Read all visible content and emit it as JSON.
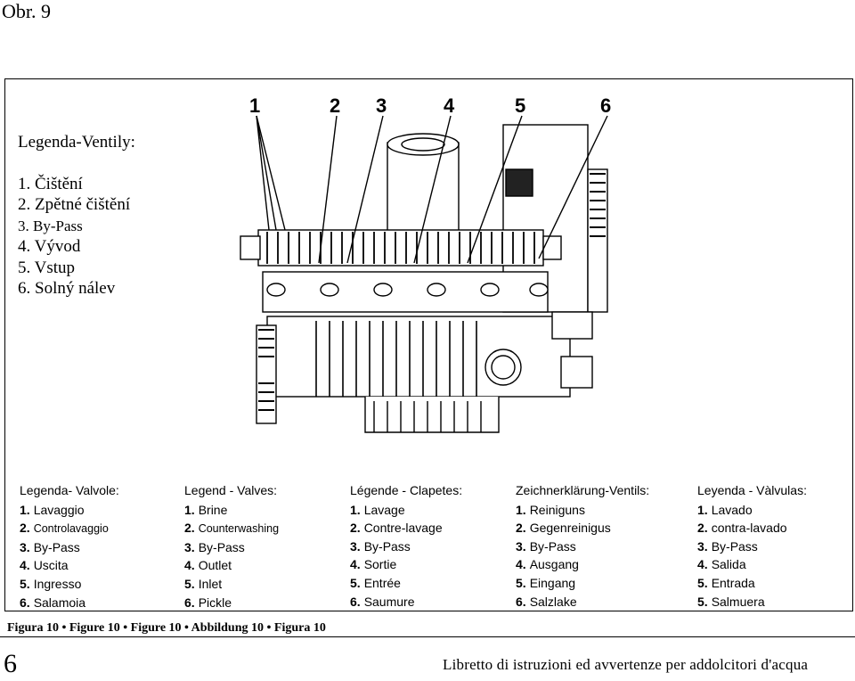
{
  "header": {
    "figure_label": "Obr. 9"
  },
  "czech_legend": {
    "title": "Legenda-Ventily:",
    "items": [
      "1. Čištění",
      "2. Zpětné čištění",
      "3. By-Pass",
      "4. Vývod",
      "5. Vstup",
      "6. Solný nálev"
    ]
  },
  "callouts": [
    "1",
    "2",
    "3",
    "4",
    "5",
    "6"
  ],
  "legends": [
    {
      "title": "Legenda- Valvole:",
      "items": [
        [
          "1.",
          "Lavaggio"
        ],
        [
          "2.",
          "Controlavaggio"
        ],
        [
          "3.",
          "By-Pass"
        ],
        [
          "4.",
          "Uscita"
        ],
        [
          "5.",
          "Ingresso"
        ],
        [
          "6.",
          "Salamoia"
        ]
      ]
    },
    {
      "title": "Legend - Valves:",
      "items": [
        [
          "1.",
          "Brine"
        ],
        [
          "2.",
          "Counterwashing"
        ],
        [
          "3.",
          "By-Pass"
        ],
        [
          "4.",
          "Outlet"
        ],
        [
          "5.",
          "Inlet"
        ],
        [
          "6.",
          "Pickle"
        ]
      ]
    },
    {
      "title": "Légende - Clapetes:",
      "items": [
        [
          "1.",
          "Lavage"
        ],
        [
          "2.",
          "Contre-lavage"
        ],
        [
          "3.",
          "By-Pass"
        ],
        [
          "4.",
          "Sortie"
        ],
        [
          "5.",
          "Entrée"
        ],
        [
          "6.",
          "Saumure"
        ]
      ]
    },
    {
      "title": "Zeichnerklärung-Ventils:",
      "items": [
        [
          "1.",
          "Reiniguns"
        ],
        [
          "2.",
          "Gegenreinigus"
        ],
        [
          "3.",
          "By-Pass"
        ],
        [
          "4.",
          "Ausgang"
        ],
        [
          "5.",
          "Eingang"
        ],
        [
          "6.",
          "Salzlake"
        ]
      ]
    },
    {
      "title": "Leyenda - Vàlvulas:",
      "items": [
        [
          "1.",
          "Lavado"
        ],
        [
          "2.",
          "contra-lavado"
        ],
        [
          "3.",
          "By-Pass"
        ],
        [
          "4.",
          "Salida"
        ],
        [
          "5.",
          "Entrada"
        ],
        [
          "5.",
          "Salmuera"
        ]
      ]
    }
  ],
  "figure_caption": "Figura 10 • Figure 10 • Figure 10 • Abbildung 10 • Figura 10",
  "page_number": "6",
  "footer_text": "Libretto di istruzioni ed avvertenze per addolcitori d'acqua"
}
